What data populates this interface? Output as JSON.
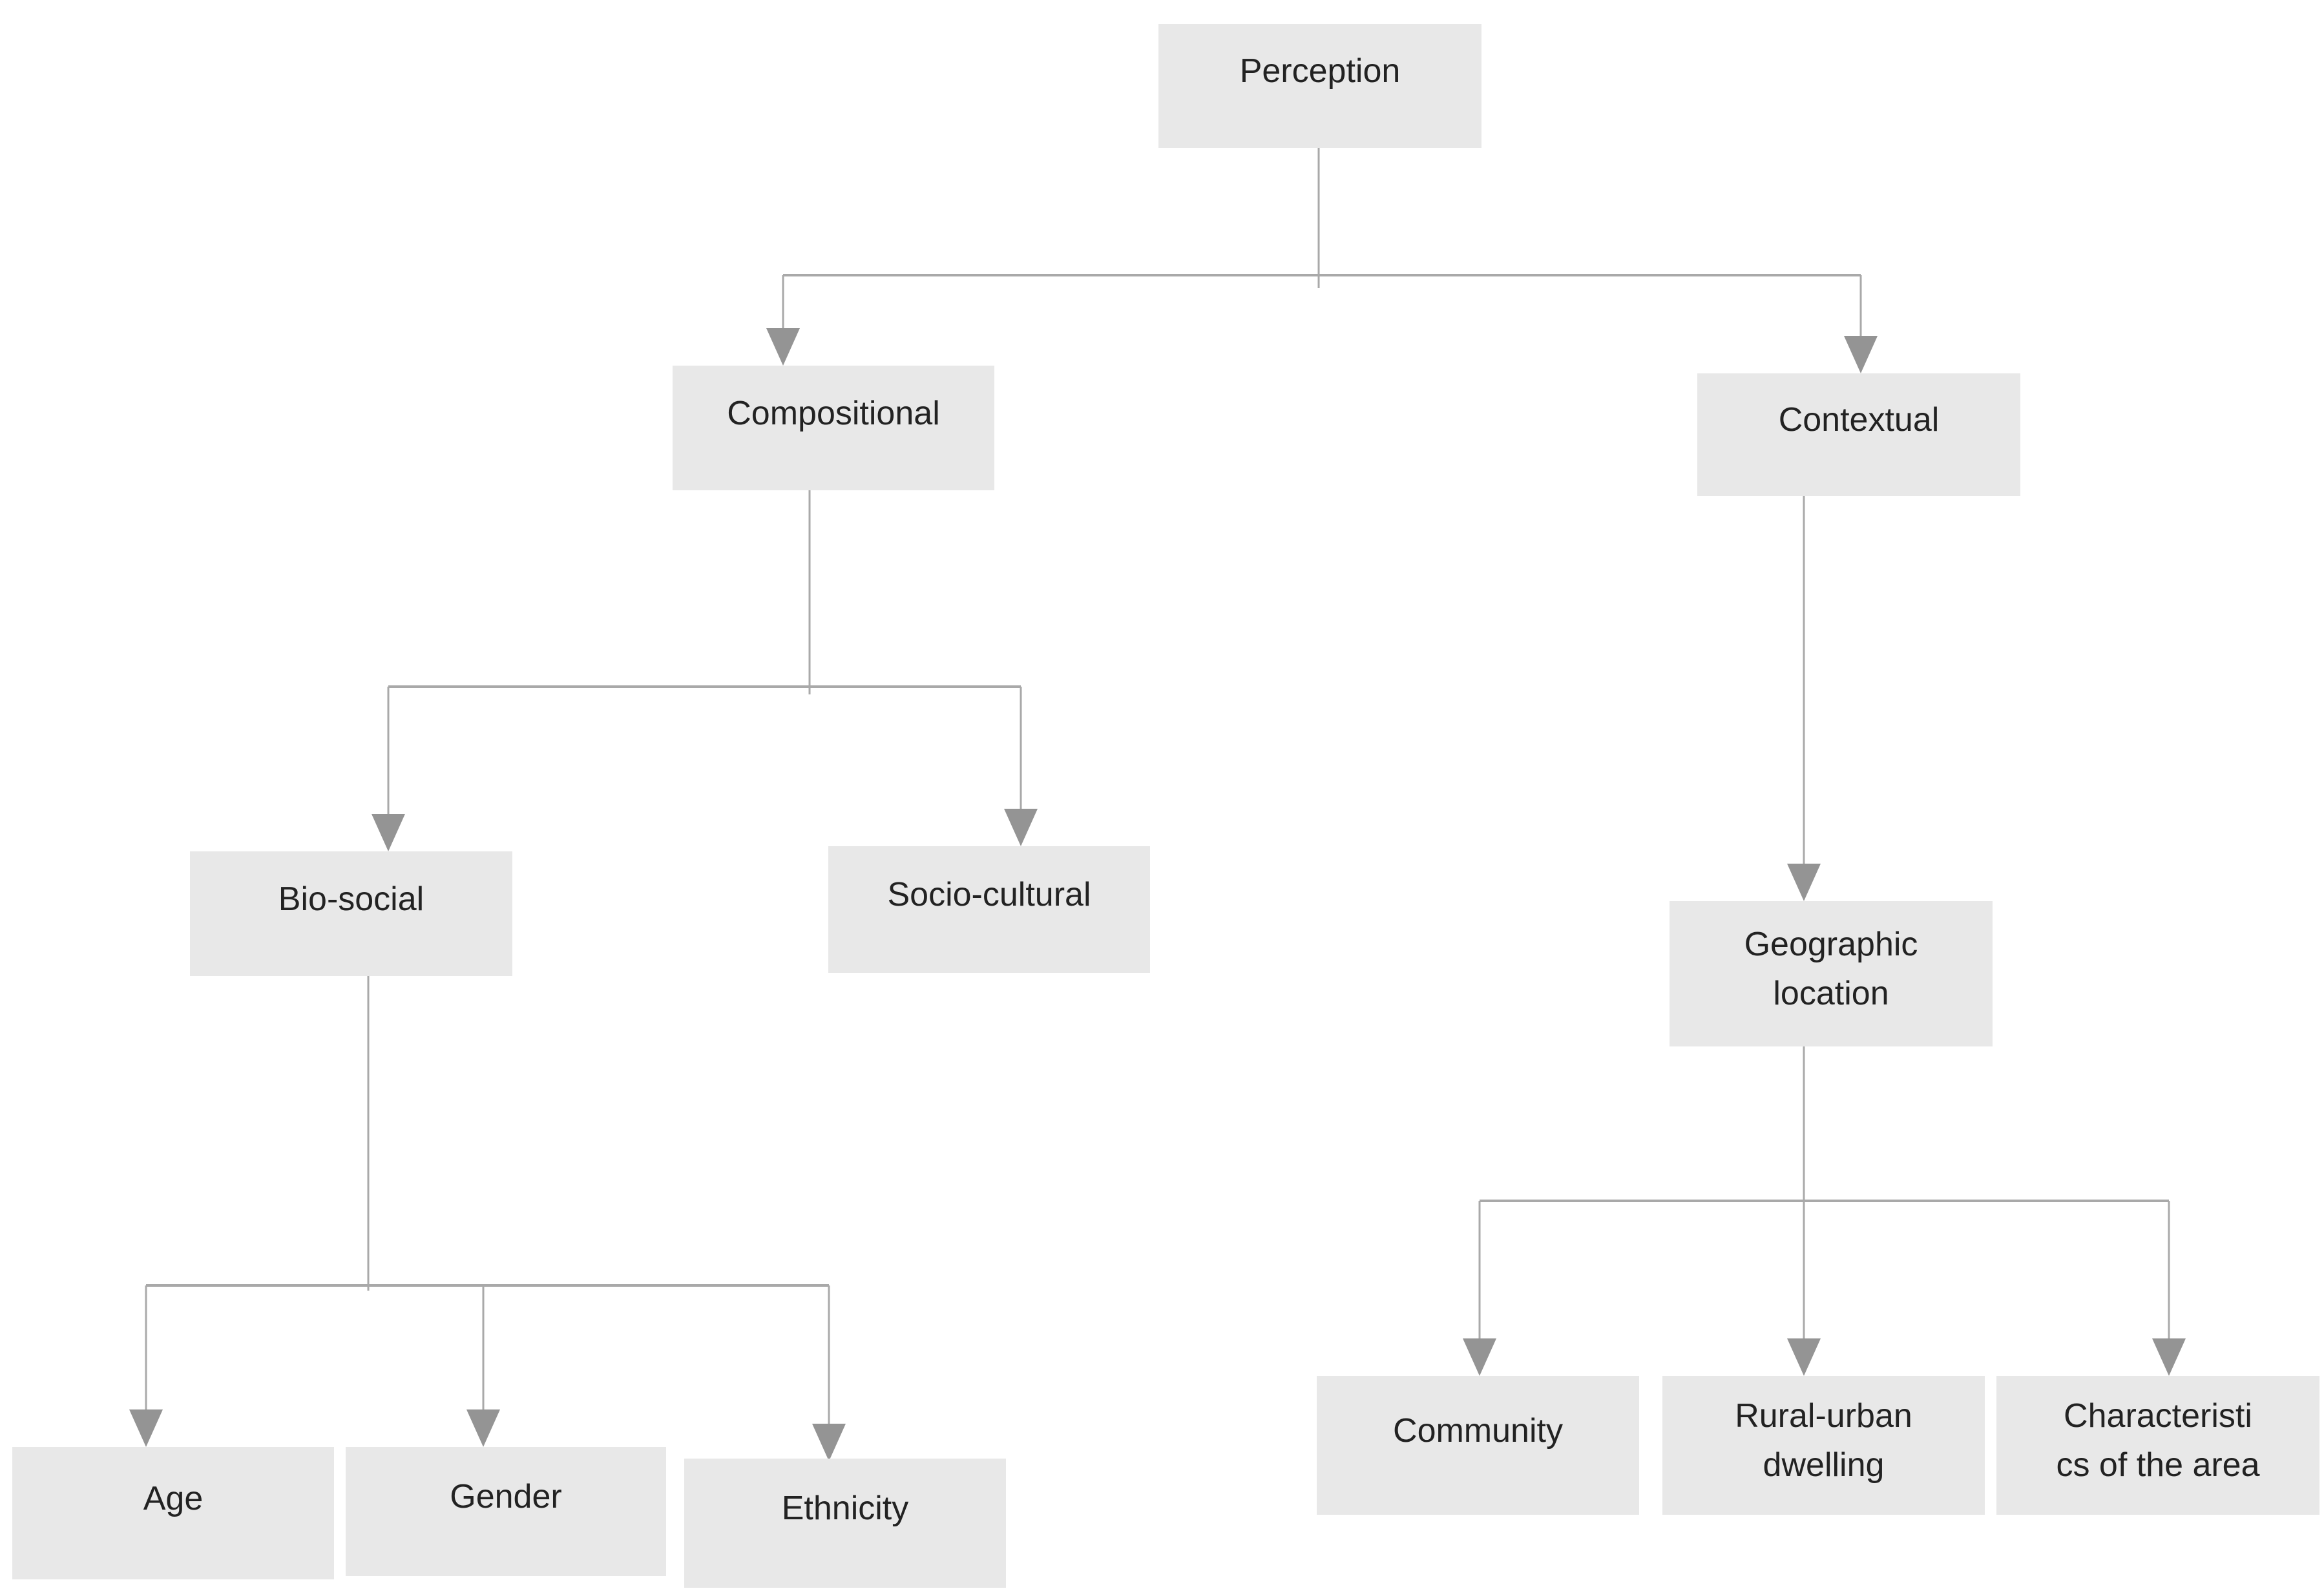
{
  "diagram": {
    "nodes": {
      "perception": {
        "label": "Perception",
        "lines": [
          "Perception"
        ]
      },
      "compositional": {
        "label": "Compositional",
        "lines": [
          "Compositional"
        ]
      },
      "contextual": {
        "label": "Contextual",
        "lines": [
          "Contextual"
        ]
      },
      "bio_social": {
        "label": "Bio-social",
        "lines": [
          "Bio-social"
        ]
      },
      "socio_cultural": {
        "label": "Socio-cultural",
        "lines": [
          "Socio-cultural"
        ]
      },
      "geographic": {
        "label": "Geographic location",
        "lines": [
          "Geographic",
          "location"
        ]
      },
      "age": {
        "label": "Age",
        "lines": [
          "Age"
        ]
      },
      "gender": {
        "label": "Gender",
        "lines": [
          "Gender"
        ]
      },
      "ethnicity": {
        "label": "Ethnicity",
        "lines": [
          "Ethnicity"
        ]
      },
      "community": {
        "label": "Community",
        "lines": [
          "Community"
        ]
      },
      "rural_urban": {
        "label": "Rural-urban dwelling",
        "lines": [
          "Rural-urban",
          "dwelling"
        ]
      },
      "characteristics": {
        "label": "Characteristics of the area",
        "lines": [
          "Characteristi",
          "cs of the area"
        ]
      }
    },
    "edges": [
      {
        "from": "Perception",
        "to": "Compositional"
      },
      {
        "from": "Perception",
        "to": "Contextual"
      },
      {
        "from": "Compositional",
        "to": "Bio-social"
      },
      {
        "from": "Compositional",
        "to": "Socio-cultural"
      },
      {
        "from": "Bio-social",
        "to": "Age"
      },
      {
        "from": "Bio-social",
        "to": "Gender"
      },
      {
        "from": "Bio-social",
        "to": "Ethnicity"
      },
      {
        "from": "Contextual",
        "to": "Geographic location"
      },
      {
        "from": "Geographic location",
        "to": "Community"
      },
      {
        "from": "Geographic location",
        "to": "Rural-urban dwelling"
      },
      {
        "from": "Geographic location",
        "to": "Characteristics of the area"
      }
    ]
  },
  "colors": {
    "box_fill": "#e8e8e8",
    "connector": "#a9a9a9",
    "arrowhead": "#949494",
    "text": "#222222",
    "background": "#ffffff"
  }
}
